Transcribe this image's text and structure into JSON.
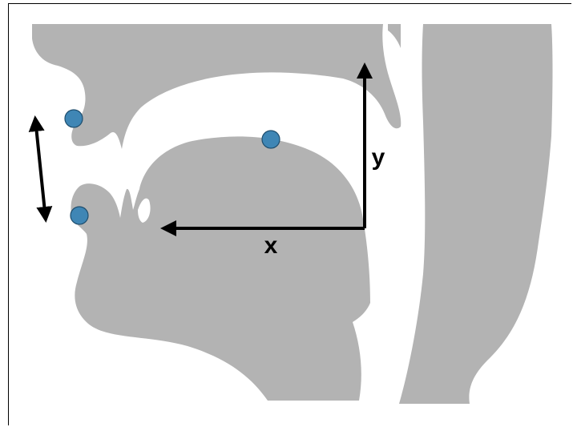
{
  "diagram": {
    "axes": {
      "x_label": "x",
      "y_label": "y"
    },
    "colors": {
      "anatomy_fill": "#b3b3b3",
      "marker_fill": "#3f86b5",
      "marker_stroke": "#1f4e6e",
      "arrow_color": "#000000",
      "background": "#ffffff"
    },
    "markers": [
      {
        "name": "upper-lip-marker"
      },
      {
        "name": "tongue-marker"
      },
      {
        "name": "lower-lip-marker"
      }
    ],
    "arrows": [
      {
        "name": "x-axis-arrow"
      },
      {
        "name": "y-axis-arrow"
      },
      {
        "name": "lip-aperture-double-arrow"
      }
    ]
  }
}
